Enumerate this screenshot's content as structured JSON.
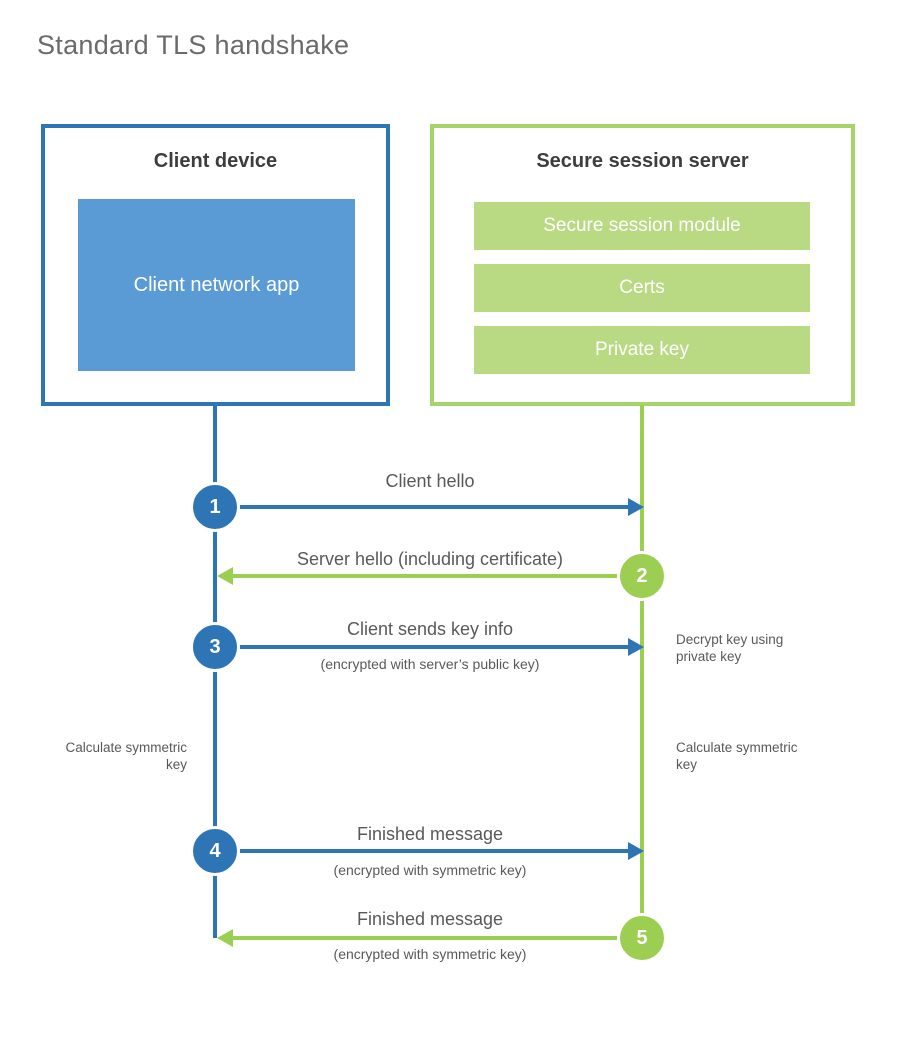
{
  "page": {
    "title": "Standard TLS handshake"
  },
  "colors": {
    "client_blue": "#2e75b6",
    "client_app_fill": "#5b9bd5",
    "server_green": "#9cce51",
    "server_border_green": "#a6d36a",
    "server_module_fill": "#b9da83",
    "label_gray": "#595959"
  },
  "client": {
    "title": "Client device",
    "app_label": "Client network app"
  },
  "server": {
    "title": "Secure session server",
    "modules": [
      "Secure session module",
      "Certs",
      "Private key"
    ]
  },
  "steps": [
    {
      "num": "1",
      "label": "Client hello",
      "sub": "",
      "from": "client",
      "to": "server"
    },
    {
      "num": "2",
      "label": "Server hello (including certificate)",
      "sub": "",
      "from": "server",
      "to": "client"
    },
    {
      "num": "3",
      "label": "Client sends key info",
      "sub": "(encrypted with server’s public key)",
      "from": "client",
      "to": "server"
    },
    {
      "num": "4",
      "label": "Finished message",
      "sub": "(encrypted with symmetric key)",
      "from": "client",
      "to": "server"
    },
    {
      "num": "5",
      "label": "Finished message",
      "sub": "(encrypted with symmetric key)",
      "from": "server",
      "to": "client"
    }
  ],
  "notes": {
    "decrypt": "Decrypt key using private key",
    "calc_client": "Calculate symmetric key",
    "calc_server": "Calculate symmetric key"
  }
}
